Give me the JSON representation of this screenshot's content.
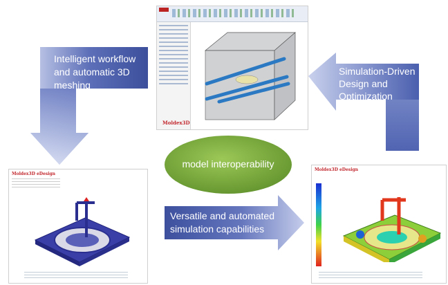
{
  "arrows": {
    "top_left": {
      "text": "Intelligent workflow and automatic 3D meshing",
      "color": "#4a5fae"
    },
    "top_right": {
      "text": "Simulation-Driven Design and Optimization",
      "color": "#4a5fae"
    },
    "bottom_center": {
      "text": "Versatile and automated simulation capabilities",
      "color": "#4a5fae"
    }
  },
  "center_ellipse": {
    "text": "model interoperability",
    "color": "#7aa83a"
  },
  "screens": {
    "top_logo": "Moldex3D",
    "bottom_left_logo": "Moldex3D eDesign",
    "bottom_right_logo": "Moldex3D eDesign"
  }
}
